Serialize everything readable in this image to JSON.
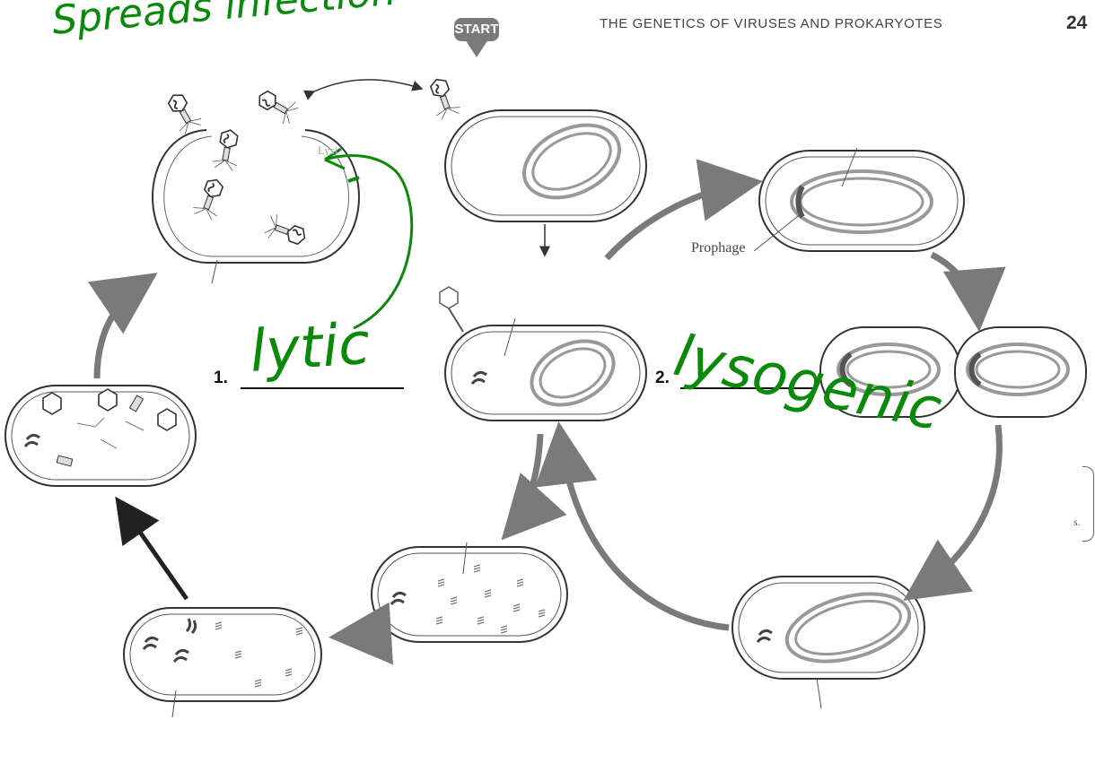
{
  "header": {
    "title": "THE GENETICS OF VIRUSES AND PROKARYOTES",
    "page_number": "24"
  },
  "start_marker": {
    "label": "START"
  },
  "handwriting": {
    "top_note": "Spreads infection",
    "blank1_answer": "lytic",
    "blank2_answer": "lysogenic"
  },
  "blanks": {
    "blank1_number": "1.",
    "blank2_number": "2."
  },
  "labels": {
    "prophage": "Prophage",
    "faded_label": "Lysi",
    "edge_fragment": "s."
  },
  "colors": {
    "ink_green": "#0a8a0a",
    "arrow_gray": "#7a7a7a"
  }
}
